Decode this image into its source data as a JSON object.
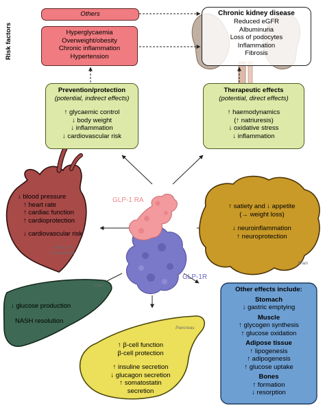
{
  "risk": {
    "side_label": "Risk factors",
    "others": "Others",
    "items": [
      "Hyperglycaemia",
      "Overweight/obesity",
      "Chronic inflammation",
      "Hypertension"
    ]
  },
  "ckd": {
    "title": "Chronic kidney disease",
    "items": [
      "Reduced eGFR",
      "Albuminuria",
      "Loss of podocytes",
      "Inflammation",
      "Fibrosis"
    ]
  },
  "prevention": {
    "title": "Prevention/protection",
    "subtitle": "(potential, indirect effects)",
    "items": [
      "↑ glycaemic control",
      "↓ body weight",
      "↓ inflammation",
      "↓ cardiovascular risk"
    ]
  },
  "therapeutic": {
    "title": "Therapeutic effects",
    "subtitle": "(potential, direct effects)",
    "items": [
      "↑ haemodynamics",
      "(↑ natriuresis)",
      "↓ oxidative stress",
      "↓ inflammation"
    ]
  },
  "heart": {
    "items": [
      "↓ blood pressure",
      "↑ heart rate",
      "↑ cardiac function",
      "↑ cardioprotection",
      "",
      "↓ cardiovascular risk"
    ],
    "organ_label": "Heart and vasculature"
  },
  "brain": {
    "items": [
      "↑ satiety and ↓ appetite",
      "(→ weight loss)",
      "",
      "↓ neuroinflammation",
      "↑ neuroprotection"
    ],
    "organ_label": "Brain"
  },
  "liver": {
    "items": [
      "↓ glucose production",
      "",
      "NASH resolution"
    ],
    "organ_label": "Liver"
  },
  "pancreas": {
    "items": [
      "↑ β-cell function",
      "β-cell protection",
      "",
      "↑ insuline secretion",
      "↓ glucagon secretion",
      "↑ somatostatin",
      "secretion"
    ],
    "organ_label": "Pancreas"
  },
  "molecule": {
    "ligand_label": "GLP-1 RA",
    "receptor_label": "GLP-1R"
  },
  "other_effects": {
    "title": "Other effects include:",
    "groups": [
      {
        "title": "Stomach",
        "items": [
          "↓ gastric emptying"
        ]
      },
      {
        "title": "Muscle",
        "items": [
          "↑ glycogen synthesis",
          "↑ glucose oxidation"
        ]
      },
      {
        "title": "Adipose tissue",
        "items": [
          "↑ lipogenesis",
          "↑ adipogenesis",
          "↑ glucose uptake"
        ]
      },
      {
        "title": "Bones",
        "items": [
          "↑ formation",
          "↓ resorption"
        ]
      }
    ]
  },
  "colors": {
    "pink_box": "#f07b80",
    "green_box": "#dde9a8",
    "heart": "#a84a48",
    "brain": "#c99a28",
    "liver": "#3e6a55",
    "pancreas": "#ecdf5a",
    "other_box": "#6d9fd3",
    "ligand": "#f29a9e",
    "receptor": "#7a78c8"
  }
}
